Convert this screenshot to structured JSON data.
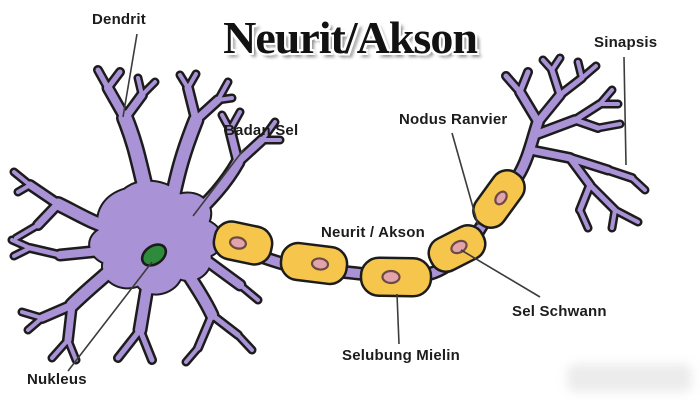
{
  "title": "Neurit/Akson",
  "labels": {
    "dendrit": "Dendrit",
    "badan_sel": "Badan Sel",
    "nodus_ranvier": "Nodus Ranvier",
    "sinapsis": "Sinapsis",
    "neurit_akson": "Neurit / Akson",
    "sel_schwann": "Sel Schwann",
    "selubung_mielin": "Selubung Mielin",
    "nukleus": "Nukleus"
  },
  "colors": {
    "c-purple": "#A992D6",
    "c-outline": "#1C1C1C",
    "c-yellow": "#F5C54C",
    "c-pink": "#E2A4AA",
    "c-pink-outline": "#6E4A45",
    "c-green": "#2F8B3C",
    "c-label": "#1C1C1C",
    "c-line": "#3C3C3C"
  }
}
